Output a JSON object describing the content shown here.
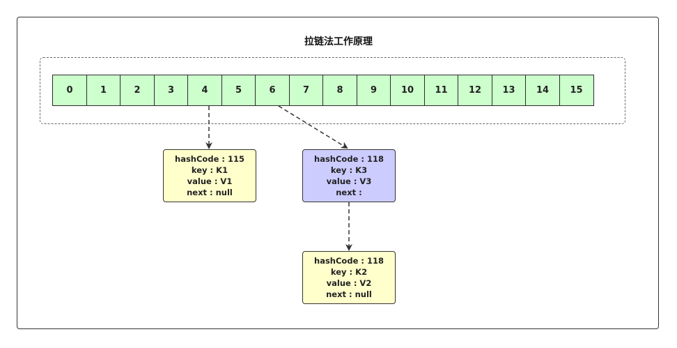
{
  "title": "拉链法工作原理",
  "buckets": [
    "0",
    "1",
    "2",
    "3",
    "4",
    "5",
    "6",
    "7",
    "8",
    "9",
    "10",
    "11",
    "12",
    "13",
    "14",
    "15"
  ],
  "colors": {
    "bucket_fill": "#ccffcc",
    "node_fill_default": "#ffffcc",
    "node_fill_highlight": "#ccccff",
    "edge": "#333333"
  },
  "nodes": [
    {
      "hash": "hashCode : 115",
      "key": "key : K1",
      "value": "value : V1",
      "next": "next : null",
      "fill": "#ffffcc"
    },
    {
      "hash": "hashCode : 118",
      "key": "key : K3",
      "value": "value : V3",
      "next": "next :",
      "fill": "#ccccff"
    },
    {
      "hash": "hashCode : 118",
      "key": "key : K2",
      "value": "value : V2",
      "next": "next : null",
      "fill": "#ffffcc"
    }
  ]
}
